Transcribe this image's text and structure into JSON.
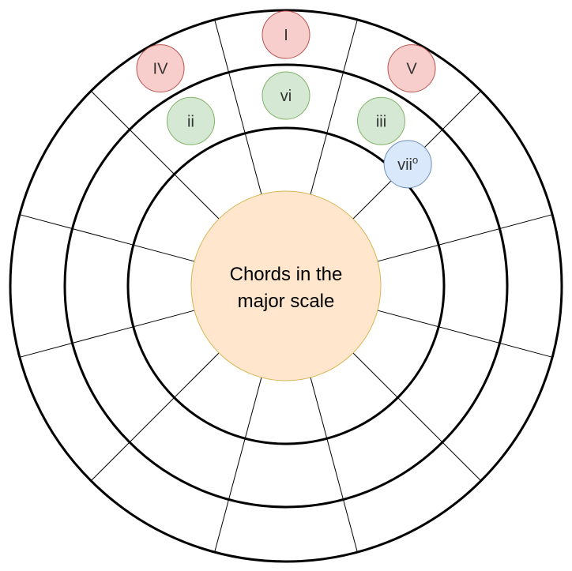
{
  "center": {
    "line1": "Chords in the",
    "line2": "major scale",
    "fill": "#ffe6cc",
    "stroke": "#d6b656"
  },
  "segments": 12,
  "chords": [
    {
      "label": "I",
      "ring": "outer",
      "segment": 0,
      "fill": "#f8cecc",
      "stroke": "#b85450"
    },
    {
      "label": "V",
      "ring": "outer",
      "segment": 1,
      "fill": "#f8cecc",
      "stroke": "#b85450"
    },
    {
      "label": "IV",
      "ring": "outer",
      "segment": 11,
      "fill": "#f8cecc",
      "stroke": "#b85450"
    },
    {
      "label": "vi",
      "ring": "middle",
      "segment": 0,
      "fill": "#d5e8d4",
      "stroke": "#82b366"
    },
    {
      "label": "iii",
      "ring": "middle",
      "segment": 1,
      "fill": "#d5e8d4",
      "stroke": "#82b366"
    },
    {
      "label": "ii",
      "ring": "middle",
      "segment": 11,
      "fill": "#d5e8d4",
      "stroke": "#82b366"
    },
    {
      "label": "vii",
      "sup": "o",
      "ring": "inner",
      "segment": 1,
      "fill": "#dae8fc",
      "stroke": "#6c8ebf"
    }
  ]
}
